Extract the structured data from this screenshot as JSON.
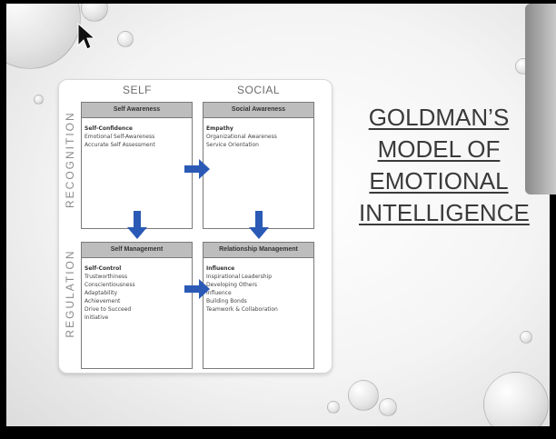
{
  "slide": {
    "title_lines": [
      "GOLDMAN’S",
      "MODEL OF",
      "EMOTIONAL",
      "INTELLIGENCE"
    ]
  },
  "diagram": {
    "columns": [
      "SELF",
      "SOCIAL"
    ],
    "rows": [
      "RECOGNITION",
      "REGULATION"
    ],
    "cells": [
      {
        "header": "Self Awareness",
        "lead": "Self-Confidence",
        "items": [
          "Emotional Self-Awareness",
          "Accurate Self Assessment"
        ]
      },
      {
        "header": "Social Awareness",
        "lead": "Empathy",
        "items": [
          "Organizational Awareness",
          "Service Orientation"
        ]
      },
      {
        "header": "Self Management",
        "lead": "Self-Control",
        "items": [
          "Trustworthiness",
          "Conscientiousness",
          "Adaptability",
          "Achievement",
          "Drive to Succeed",
          "Initiative"
        ]
      },
      {
        "header": "Relationship Management",
        "lead": "Influence",
        "items": [
          "Inspirational Leadership",
          "Developing Others",
          "Influence",
          "Building Bonds",
          "Teamwork & Collaboration"
        ]
      }
    ]
  },
  "colors": {
    "arrow": "#2a5ab5",
    "cell_header": "#bdbdbd",
    "title": "#3a3a3a"
  },
  "icons": [
    "mouse-cursor-icon",
    "water-droplet-decoration"
  ]
}
